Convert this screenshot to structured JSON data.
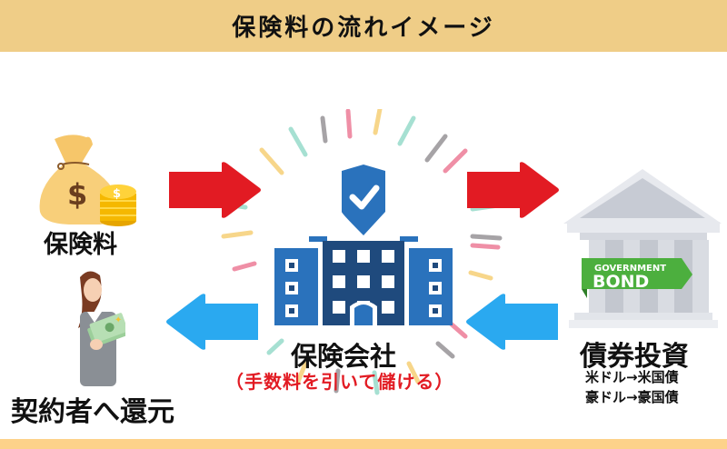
{
  "header": {
    "title": "保険料の流れイメージ"
  },
  "nodes": {
    "premium": {
      "label": "保険料",
      "icon": "money-bag-icon"
    },
    "return": {
      "label": "契約者へ還元",
      "icon": "person-holding-cash-icon"
    },
    "company": {
      "label": "保険会社",
      "note": "（手数料を引いて儲ける）",
      "icon": "insurance-building-icon"
    },
    "bond": {
      "label": "債券投資",
      "badge_line1": "GOVERNMENT",
      "badge_line2": "BOND",
      "details": [
        "米ドル→米国債",
        "豪ドル→豪国債"
      ],
      "icon": "government-bank-icon"
    }
  },
  "arrows": [
    {
      "from": "premium",
      "to": "company",
      "direction": "right",
      "color": "#e21b23"
    },
    {
      "from": "company",
      "to": "bond",
      "direction": "right",
      "color": "#e21b23"
    },
    {
      "from": "bond",
      "to": "company",
      "direction": "left",
      "color": "#2aa9f0"
    },
    {
      "from": "company",
      "to": "return",
      "direction": "left",
      "color": "#2aa9f0"
    }
  ],
  "colors": {
    "header_bg": "#efcd87",
    "footer_bg": "#fdd28a",
    "accent_red": "#e21b23",
    "accent_blue": "#2aa9f0",
    "building_dark": "#1f4a7d",
    "building_mid": "#2a72bc",
    "bond_green": "#4caf3e"
  }
}
